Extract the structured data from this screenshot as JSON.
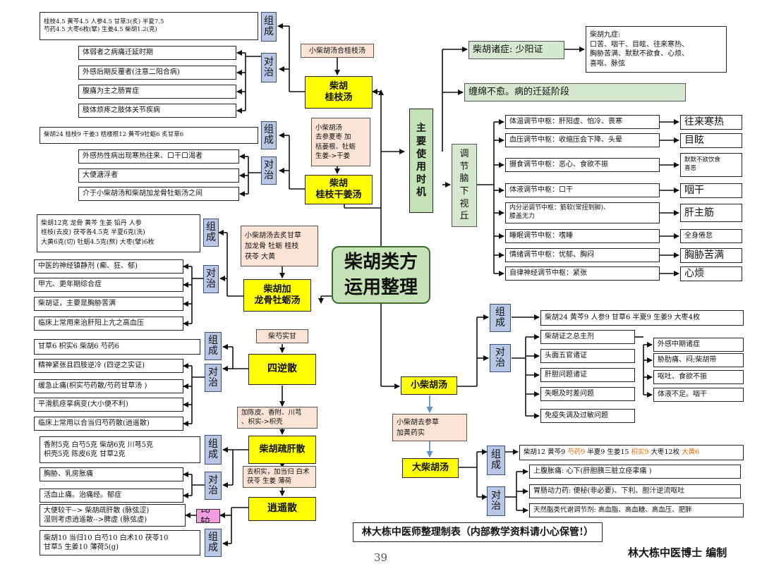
{
  "center": {
    "title": "柴胡类方\n运用整理"
  },
  "main_timing": {
    "label": "主\n要\n使\n用\n时\n机",
    "syndrome": "柴胡诸症: 少阳证",
    "nine_symptoms": "柴胡九症:\n口苦、咽干、目眩、往来寒热、\n胸胁苦满、默默不欲食、心烦、\n喜呕、脉弦",
    "lingering": "缠绵不愈。病的迁延阶段",
    "hypothalamus": "调\n节\n脑\n下\n视\n丘",
    "regulation": [
      {
        "center": "体温调节中枢：肝阳虚、怕冷、畏寒",
        "symptom": "往来寒热"
      },
      {
        "center": "血压调节中枢：收缩压会下降、头晕",
        "symptom": "目眩"
      },
      {
        "center": "摄食调节中枢：恶心、食欲不振",
        "symptom": "默默不欲饮食\n喜恶"
      },
      {
        "center": "体液调节中枢：口干",
        "symptom": "咽干"
      },
      {
        "center": "内分泌调节中枢：筋软(常扭到脚)、\n膝盖无力",
        "symptom": "肝主筋"
      },
      {
        "center": "睡眠调节中枢：嗜睡",
        "symptom": "全身倦怠"
      },
      {
        "center": "情绪调节中枢：忧郁、胸闷",
        "symptom": "胸胁苦满"
      },
      {
        "center": "自律神经调节中枢：紧张",
        "symptom": "心烦"
      }
    ]
  },
  "labels": {
    "composition": "组\n成",
    "indication": "对\n治",
    "compare": "比较"
  },
  "formulas": {
    "gui_zhi": {
      "name": "柴胡\n桂枝汤",
      "source": "小柴胡汤合桂枝汤",
      "composition": "桂枝4.5 黄芩4.5 人参4.5 甘草3(炙) 半夏7.5\n芍药4.5 大枣6枚(擘) 生姜4.5 柴胡1.2(克)",
      "indications": [
        "体弱者之病痛迁延时期",
        "外感后期反覆者(注意二阳合病)",
        "腹痛为主之肠胃症",
        "肢体烦疼之肢体关节疾病"
      ]
    },
    "gui_zhi_gan_jiang": {
      "name": "柴胡\n桂枝干姜汤",
      "modification": "小柴胡汤\n去参夏枣 加\n栝蒌根、牡蛎\n生姜->干姜",
      "composition": "柴胡24 桂枝9 干姜3 栝楼根12 黄芩9牡蛎6 炙甘草6",
      "indications": [
        "外感热性病出现寒热往来、口干口渴者",
        "大便溏浮者",
        "介于小柴胡汤和柴胡加龙骨牡蛎汤之间"
      ]
    },
    "long_gu_mu_li": {
      "name": "柴胡加\n龙骨牡蛎汤",
      "modification": "小柴胡汤去炙甘草\n加龙骨 牡蛎 桂枝\n茯苓 大黄",
      "composition": "柴胡12克 龙骨 黄芩 生姜 铅丹 人参\n桂枝(去皮) 茯苓各4.5克 半夏6克(洗)\n大黄6克(切) 牡蛎4.5克(熬) 大枣(擘)6枚",
      "indications": [
        "中医的神经镇静剂 (癫、狂、郁)",
        "甲亢、更年期综合症",
        "柴胡证，主要是胸胁苦满",
        "临床上常用来治肝阳上亢之高血压"
      ]
    },
    "si_ni": {
      "name": "四逆散",
      "modification": "柴芍实甘",
      "composition": "甘草6 枳实6 柴胡6 芍药6",
      "indications": [
        "精神紧张且四肢逆冷 (四逆之实证)",
        "缓急止痛(枳实芍药散/芍药甘草汤 )",
        "平滑肌痉挛病变(大小便不利)",
        "临床上常用以合当归芍药散(逍遥散)"
      ]
    },
    "shu_gan": {
      "name": "柴胡疏肝散",
      "modification": "加陈皮、香附、川芎\n、枳实->枳壳",
      "composition": "香附5克 白芍5克 柴胡6克 川芎5克\n枳壳5克 陈皮6克 甘草2克",
      "indications": [
        "胸胁、乳房胀痛",
        "活血止痛。治痛经。郁症"
      ]
    },
    "xiao_yao": {
      "name": "逍遥散",
      "modification": "去枳实，加当归 白术\n茯苓 生姜 薄荷",
      "composition": "柴胡10 当归10 白芍10 白术10 茯苓10\n甘草5 生姜10 薄荷5(g)",
      "comparison": "大便较干--> 柴胡疏肝散 (脉弦涩)\n湿则考虑逍遥散-->脾虚 (脉弦虚)"
    },
    "xiao_chai_hu": {
      "name": "小柴胡汤",
      "composition": "柴胡24 黄芩9 人参9 甘草6 半夏9 生姜9 大枣4枚",
      "indications": [
        "柴胡证之总主剂",
        "头面五官诸证",
        "肝胆问题诸证",
        "失眠及时差问题",
        "免疫失调及过敏问题"
      ],
      "sub_indications": [
        "外感中期诸症",
        "胁肋痛、闷;柴胡带",
        "呕吐、食欲不振",
        "体液不足。咽干"
      ]
    },
    "da_chai_hu": {
      "name": "大柴胡汤",
      "modification": "小柴胡去参草\n加黄药实",
      "composition_parts": [
        "柴胡12 黄芩9 ",
        "芍药9",
        " 半夏9 生姜15 ",
        "枳实9",
        " 大枣12枚 ",
        "大黄6"
      ],
      "indications": [
        "上腹胀痛: 心下(肝胆胰三脏立痉挛痛 )",
        "胃肠动力药: 便秘(非必要)、下利、胆汁逆流呕吐",
        "天然脂类代谢调节剂: 高血脂、高血糖、高血压、肥胖"
      ]
    }
  },
  "footer": {
    "note": "林大栋中医师整理制表（内部教学资料请小心保管!）",
    "page": "39",
    "author": "林大栋中医博士 编制"
  },
  "colors": {
    "tag_blue": "#b8c7e4",
    "formula_yellow": "#ffff00",
    "modify_peach": "#fbe3d5",
    "center_green": "#c6e3b7",
    "compare_pink": "#f49ce0",
    "arrow_blue": "#5b8fd0",
    "highlight_orange": "#e46c0a"
  }
}
